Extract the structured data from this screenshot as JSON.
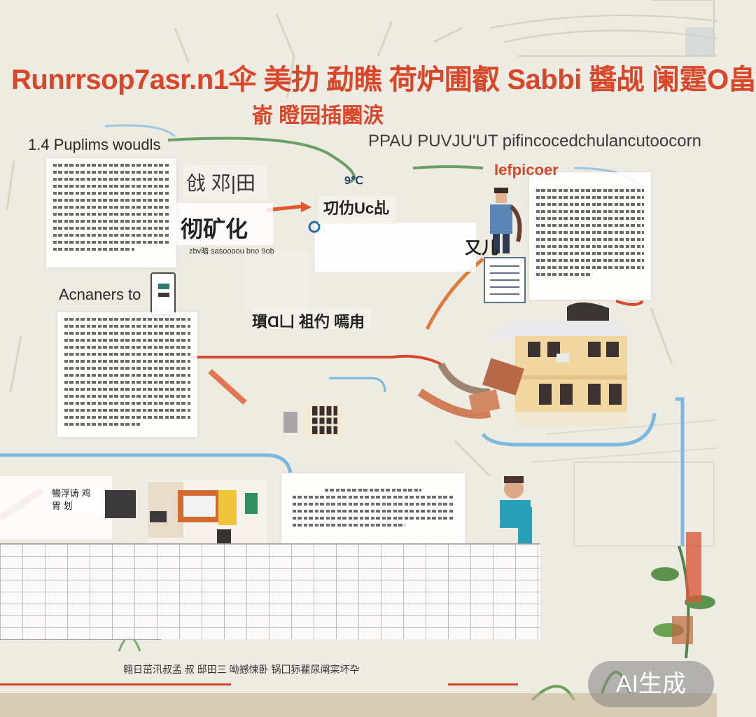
{
  "title": "Runrrsop7asr.n1伞 美扐 勐瞧 荷炉圃叡 Sabbi 醬觇 阑霆O畠",
  "subtitle": "嵛 瞪园插圞涙",
  "left_heading_1": "1.4 Puplims woudls",
  "left_heading_2": "Acnaners to",
  "right_header": "PPAU PUVJU'UT pifincocedchulancutoocorn",
  "right_panel_heading": "Iefpicoer",
  "center_labels": {
    "top": "戗 邓|田",
    "small": "9℃",
    "sub": "㓛仂Uc乩",
    "big": "彻矿化",
    "caption": "zbv暗 sasoooou bno 9ob",
    "flow": "瑻Ɑ凵 袓仢 嘕甪",
    "man_label": "又儿"
  },
  "bottom_left_label": "暢浮诪 鸡\n胃 划",
  "footer_text": "翱日茁汛叔孟 叔 邸田三   呦撼悚卧 锅囗狋瞿尿阐寀坏卆",
  "badge": "AI生成",
  "colors": {
    "accent_red": "#d8472a",
    "connector_blue": "#7ab8e0",
    "connector_green": "#6aa063",
    "building_yellow": "#f1d7a0"
  }
}
